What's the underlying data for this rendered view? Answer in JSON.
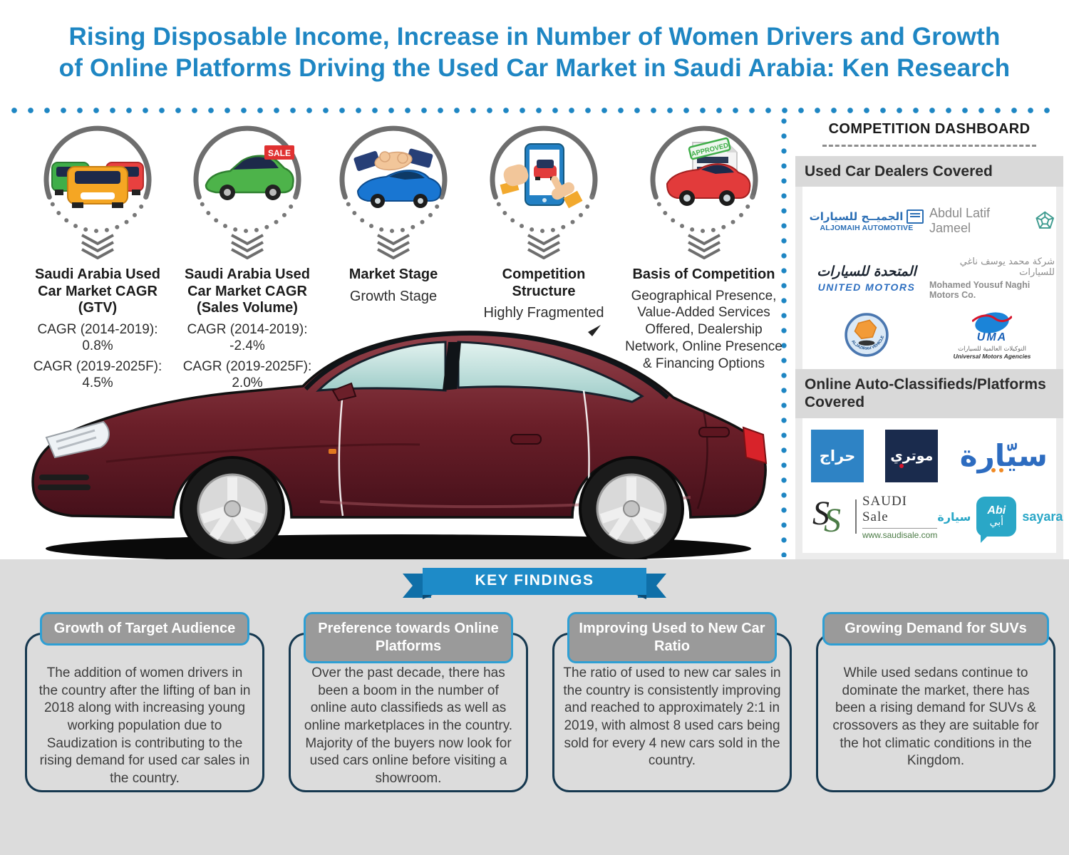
{
  "title": {
    "line1": "Rising Disposable Income, Increase in Number of Women Drivers and Growth",
    "line2": "of Online Platforms Driving the Used Car Market in Saudi Arabia: Ken Research"
  },
  "colors": {
    "accent_blue": "#1e86c3",
    "card_header_gray": "#9a9a9a",
    "card_border_navy": "#16384f",
    "section_bg_gray": "#dcdcdc"
  },
  "icons": {
    "sale_tag": "SALE",
    "approved_stamp": "APPROVED"
  },
  "stats": [
    {
      "icon": "used-cars-lot-icon",
      "title": "Saudi Arabia Used Car Market CAGR (GTV)",
      "rows": [
        {
          "label": "CAGR (2014-2019):",
          "value": "0.8%"
        },
        {
          "label": "CAGR (2019-2025F):",
          "value": "4.5%"
        }
      ]
    },
    {
      "icon": "car-for-sale-icon",
      "title": "Saudi Arabia Used Car Market CAGR (Sales Volume)",
      "rows": [
        {
          "label": "CAGR (2014-2019):",
          "value": "-2.4%"
        },
        {
          "label": "CAGR (2019-2025F):",
          "value": "2.0%"
        }
      ]
    },
    {
      "icon": "handshake-car-deal-icon",
      "title": "Market Stage",
      "subtitle": "Growth Stage"
    },
    {
      "icon": "online-car-shopping-icon",
      "title": "Competition Structure",
      "subtitle": "Highly Fragmented"
    },
    {
      "icon": "approved-car-document-icon",
      "title": "Basis of Competition",
      "subtitle": "Geographical Presence, Value-Added Services Offered, Dealership Network, Online Presence & Financing Options"
    }
  ],
  "dashboard": {
    "title": "COMPETITION DASHBOARD",
    "dealers_heading": "Used Car Dealers Covered",
    "platforms_heading": "Online Auto-Classifieds/Platforms Covered",
    "logos": {
      "aljomaih": {
        "arabic": "الجميــح للسيارات",
        "latin": "ALJOMAIH AUTOMOTIVE"
      },
      "abdul_latif_jameel": {
        "latin": "Abdul Latif Jameel"
      },
      "united_motors": {
        "arabic": "المتحدة للسيارات",
        "latin": "UNITED MOTORS"
      },
      "naghi": {
        "arabic": "شركة محمد يوسف ناغي للسيارات",
        "latin": "Mohamed Yousuf Naghi Motors Co."
      },
      "aljazirah": {
        "latin": "ALJAZIRAH VEHICLES"
      },
      "uma": {
        "abbr": "UMA",
        "arabic": "التوكيلات العالمية للسيارات",
        "latin": "Universal Motors Agencies"
      },
      "haraj": {
        "arabic": "حراج"
      },
      "motory": {
        "arabic": "موتري"
      },
      "syarah": {
        "arabic": "سيّارة"
      },
      "saudi_sale": {
        "name": "SAUDI Sale",
        "url": "www.saudisale.com"
      },
      "abi_sayara": {
        "bubble_latin": "Abi",
        "bubble_arabic": "أبي",
        "side_arabic": "سيارة",
        "latin": "sayara"
      }
    }
  },
  "key_findings": {
    "banner": "KEY FINDINGS",
    "cards": [
      {
        "title": "Growth of Target Audience",
        "body": "The addition of women drivers in the country after the lifting of ban in 2018 along with increasing young working population due to Saudization is contributing to the rising demand for used car sales in the country."
      },
      {
        "title": "Preference towards Online Platforms",
        "body": "Over the past decade, there has been a boom in the number of online auto classifieds as well as online marketplaces in the country. Majority of the buyers now look for used cars online before visiting a showroom."
      },
      {
        "title": "Improving Used to New Car Ratio",
        "body": "The ratio of used to new car sales in the country is consistently improving and reached to approximately 2:1 in 2019, with almost 8 used cars being sold for every 4 new cars sold in the country."
      },
      {
        "title": "Growing Demand for SUVs",
        "body": "While used sedans continue to dominate the market, there has been a rising demand for SUVs & crossovers as they are suitable for the hot climatic conditions in the Kingdom."
      }
    ]
  }
}
